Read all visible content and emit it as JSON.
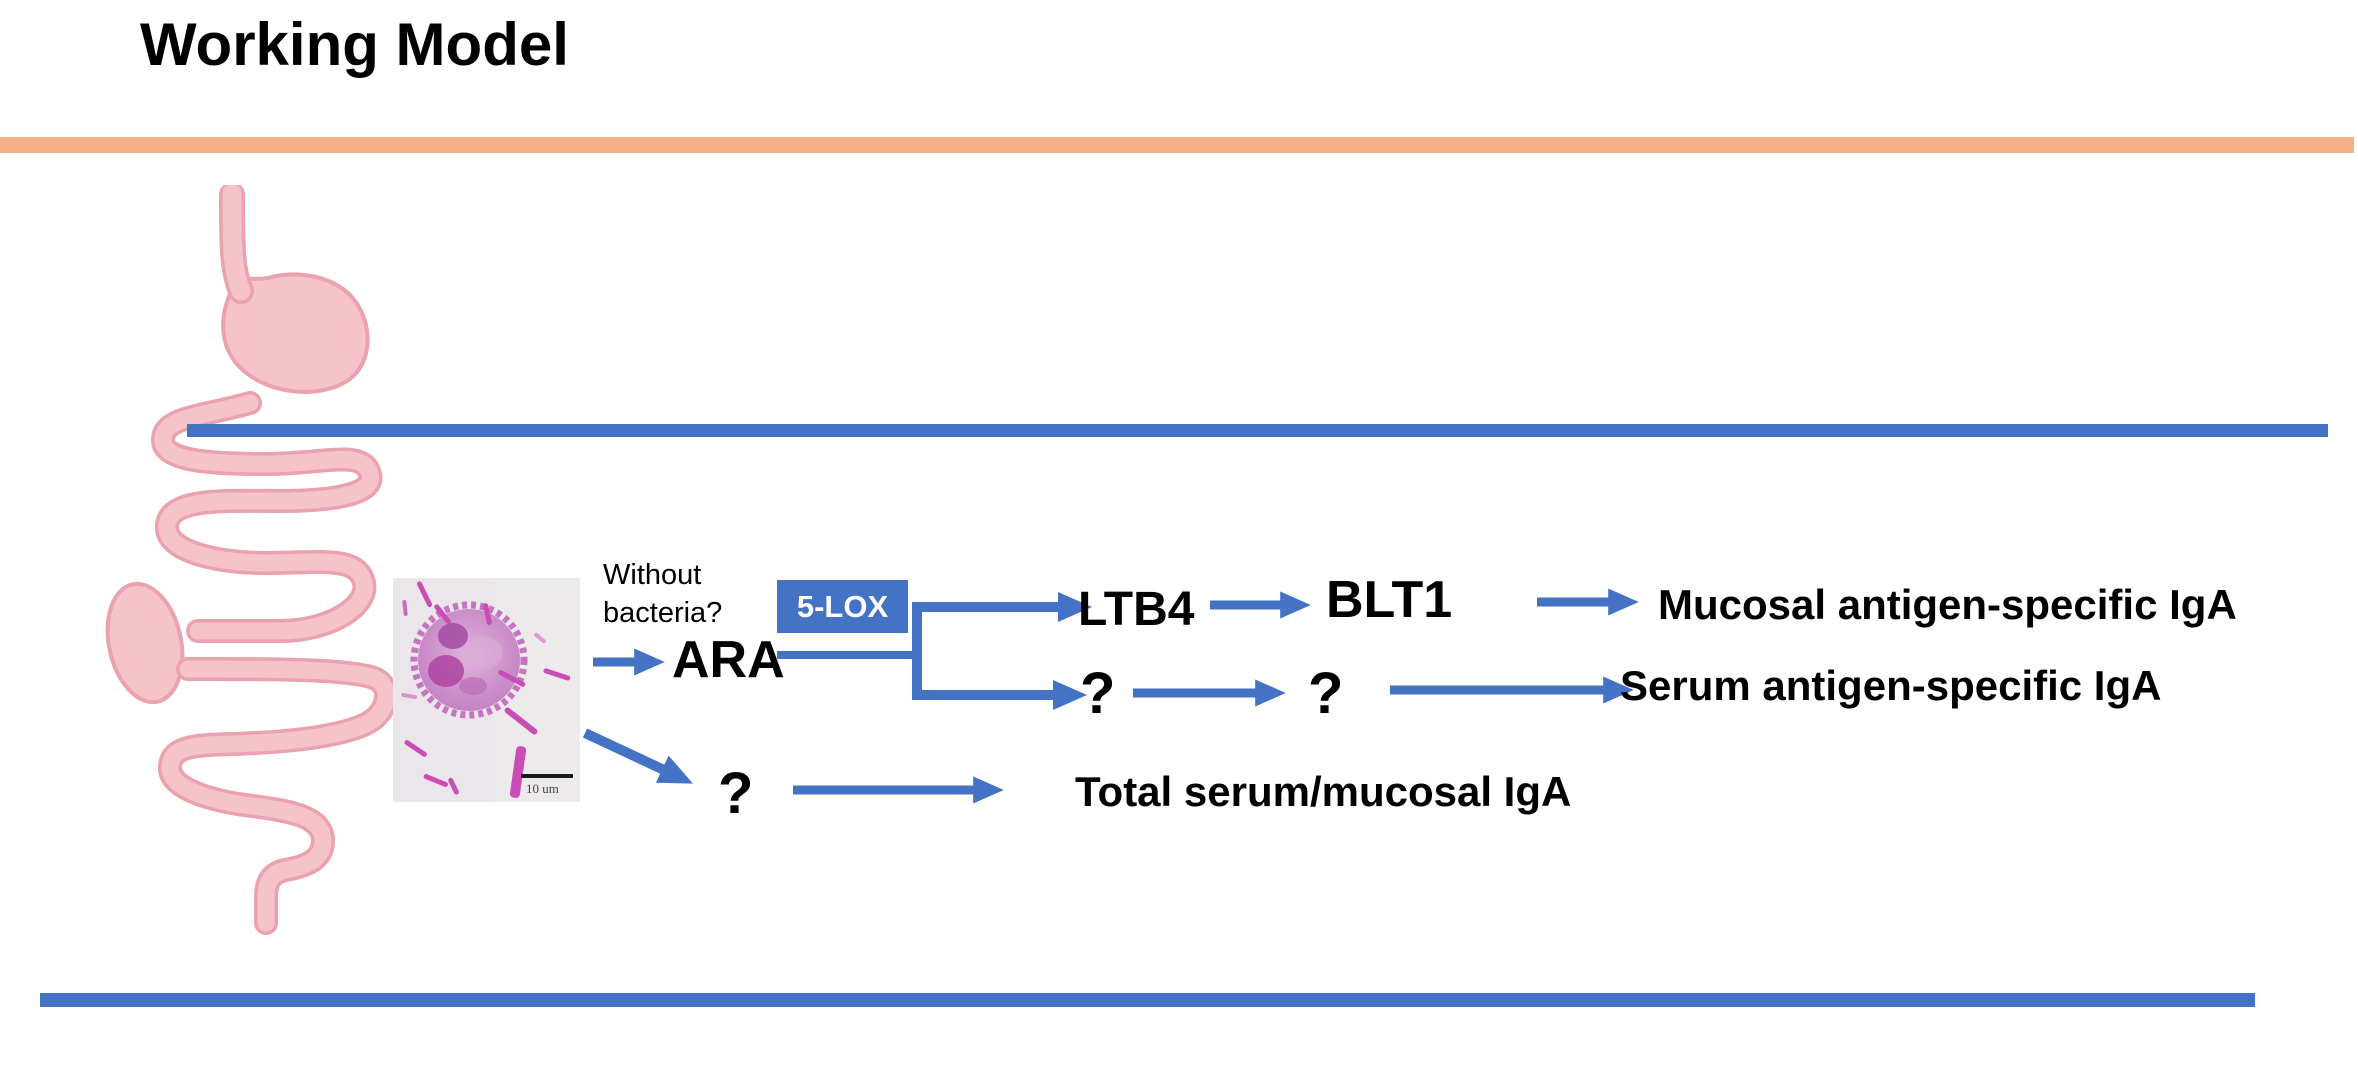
{
  "slide": {
    "title": "Working Model"
  },
  "diagram": {
    "trigger_note": "Without bacteria?",
    "nodes": {
      "ara": "ARA",
      "enzyme": "5-LOX",
      "ltb4": "LTB4",
      "blt1": "BLT1",
      "q1": "?",
      "q2": "?",
      "q3": "?"
    },
    "outcomes": {
      "mucosal": "Mucosal antigen-specific IgA",
      "serum": "Serum antigen-specific IgA",
      "total": "Total serum/mucosal IgA"
    }
  },
  "micrograph": {
    "scale_label": "10 um"
  },
  "colors": {
    "accent_blue": "#4472C4",
    "accent_orange": "#F3B083",
    "tract_fill": "#F5C3C9",
    "tract_outline": "#E9A2AE",
    "stain_purple": "#C47EC2",
    "stain_magenta": "#C94DB5",
    "micrograph_bg": "#EAE6EA"
  }
}
